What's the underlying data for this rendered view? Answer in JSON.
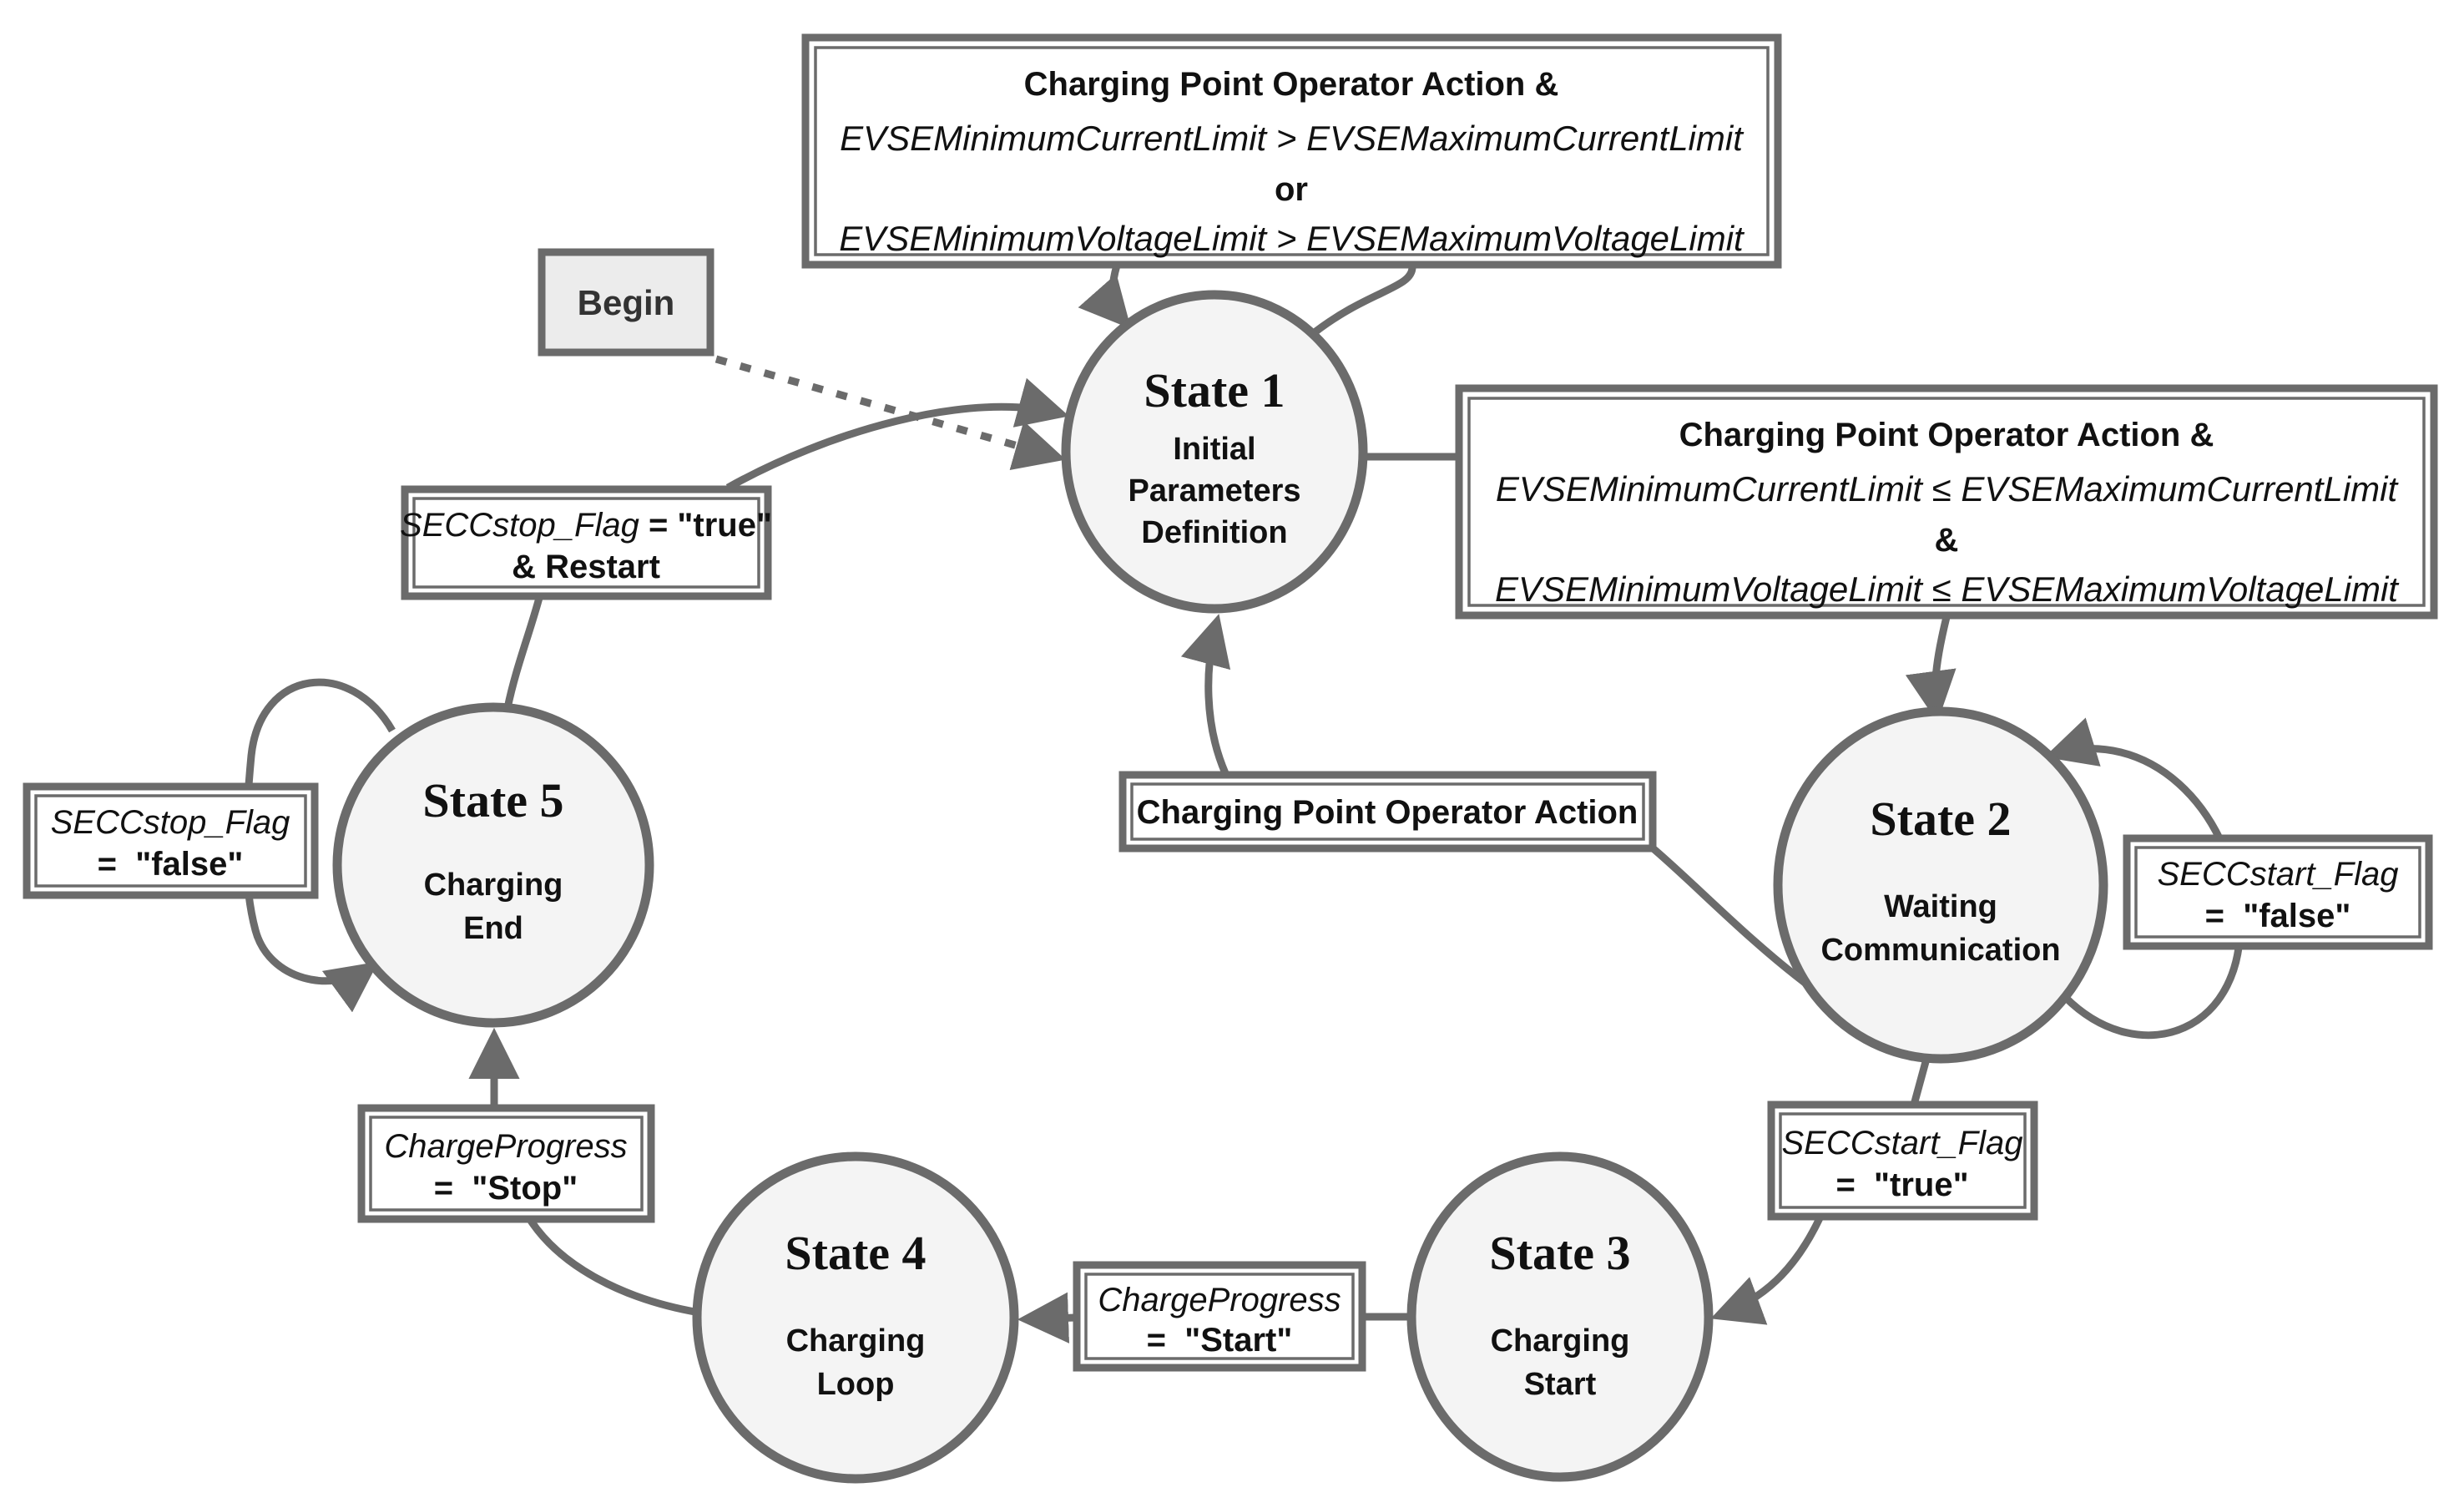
{
  "colors": {
    "line": "#6b6b6b",
    "node_fill": "#f4f4f4",
    "box_fill": "#ffffff",
    "begin_fill": "#ececec",
    "text": "#111111",
    "background": "#ffffff"
  },
  "begin": {
    "label": "Begin"
  },
  "states": [
    {
      "title": "State 1",
      "lines": [
        "Initial",
        "Parameters",
        "Definition"
      ]
    },
    {
      "title": "State 2",
      "lines": [
        "Waiting",
        "Communication"
      ]
    },
    {
      "title": "State 3",
      "lines": [
        "Charging",
        "Start"
      ]
    },
    {
      "title": "State 4",
      "lines": [
        "Charging",
        "Loop"
      ]
    },
    {
      "title": "State 5",
      "lines": [
        "Charging",
        "End"
      ]
    }
  ],
  "conditions": {
    "state1_self": {
      "lines": [
        "Charging Point Operator Action &",
        "EVSEMinimumCurrentLimit > EVSEMaximumCurrentLimit",
        "or",
        "EVSEMinimumVoltageLimit > EVSEMaximumVoltageLimit"
      ]
    },
    "state1_to_state2": {
      "lines": [
        "Charging Point Operator Action &",
        "EVSEMinimumCurrentLimit ≤ EVSEMaximumCurrentLimit",
        "&",
        "EVSEMinimumVoltageLimit ≤ EVSEMaximumVoltageLimit"
      ]
    },
    "state2_to_state1": {
      "label": "Charging Point Operator Action"
    },
    "state2_self": {
      "var": "SECCstart_Flag",
      "value": "=  \"false\""
    },
    "state2_to_state3": {
      "var": "SECCstart_Flag",
      "value": "=  \"true\""
    },
    "state3_to_state4": {
      "var": "ChargeProgress",
      "value": "=  \"Start\""
    },
    "state4_to_state5": {
      "var": "ChargeProgress",
      "value": "=  \"Stop\""
    },
    "state5_self": {
      "var": "SECCstop_Flag",
      "value": "=  \"false\""
    },
    "state5_to_state1": {
      "var": "SECCstop_Flag",
      "value_inline": " = \"true\"",
      "line2": "& Restart"
    }
  }
}
